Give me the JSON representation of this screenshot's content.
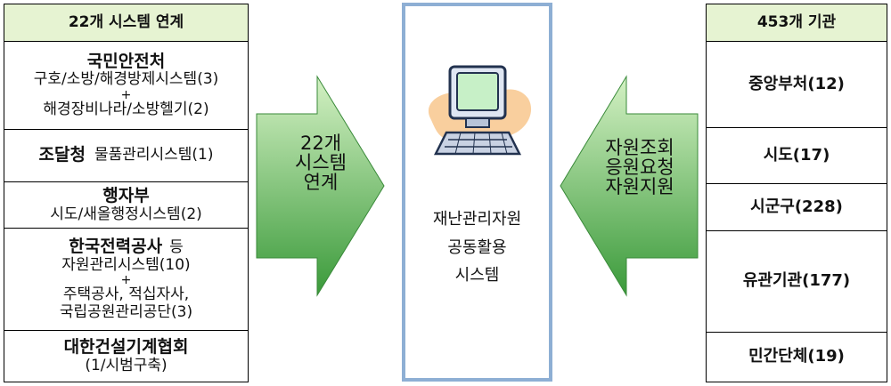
{
  "left_panel": {
    "header": "22개 시스템 연계",
    "cells": [
      {
        "title": "국민안전처",
        "line1": "구호/소방/해경방제시스템(3)",
        "plus": "+",
        "line2": "해경장비나라/소방헬기(2)"
      },
      {
        "title": "조달청",
        "rest": "물품관리시스템(1)"
      },
      {
        "title": "행자부",
        "line1": "시도/새올행정시스템(2)"
      },
      {
        "title": "한국전력공사",
        "title_suffix": "등",
        "line1": "자원관리시스템(10)",
        "plus": "+",
        "line2": "주택공사, 적십자사,",
        "line3": "국립공원관리공단(3)"
      },
      {
        "title": "대한건설기계협회",
        "line1": "(1/시범구축)"
      }
    ]
  },
  "left_arrow": {
    "lines": [
      "22개",
      "시스템",
      "연계"
    ]
  },
  "center": {
    "lines": [
      "재난관리자원",
      "공동활용",
      "시스템"
    ],
    "icon": "computer-icon"
  },
  "right_arrow": {
    "lines": [
      "자원조회",
      "응원요청",
      "자원지원"
    ]
  },
  "right_panel": {
    "header": "453개 기관",
    "cells": [
      "중앙부처(12)",
      "시도(17)",
      "시군구(228)",
      "유관기관(177)",
      "민간단체(19)"
    ]
  },
  "colors": {
    "header_bg": "#e6f3d2",
    "arrow_light": "#d4f1c4",
    "arrow_dark": "#3a9a3a",
    "center_border": "#8eafd4",
    "monitor_screen": "#c7f0c7",
    "blob": "#f9cf9e"
  }
}
